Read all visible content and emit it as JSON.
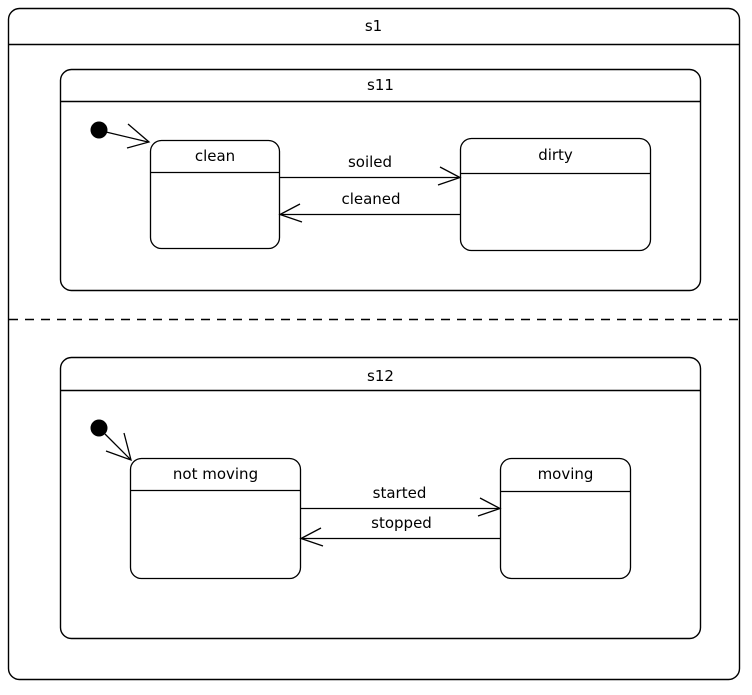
{
  "diagram": {
    "type": "uml-state-machine",
    "background_color": "#ffffff",
    "line_color": "#000000",
    "text_color": "#000000",
    "outer_state": {
      "name": "s1",
      "regions": [
        {
          "name": "s11",
          "initial_state_target": "clean",
          "states": [
            {
              "id": "clean",
              "name": "clean"
            },
            {
              "id": "dirty",
              "name": "dirty"
            }
          ],
          "transitions": [
            {
              "from": "clean",
              "to": "dirty",
              "label": "soiled"
            },
            {
              "from": "dirty",
              "to": "clean",
              "label": "cleaned"
            }
          ]
        },
        {
          "name": "s12",
          "initial_state_target": "not moving",
          "states": [
            {
              "id": "not-moving",
              "name": "not moving"
            },
            {
              "id": "moving",
              "name": "moving"
            }
          ],
          "transitions": [
            {
              "from": "not moving",
              "to": "moving",
              "label": "started"
            },
            {
              "from": "moving",
              "to": "not moving",
              "label": "stopped"
            }
          ]
        }
      ]
    }
  }
}
